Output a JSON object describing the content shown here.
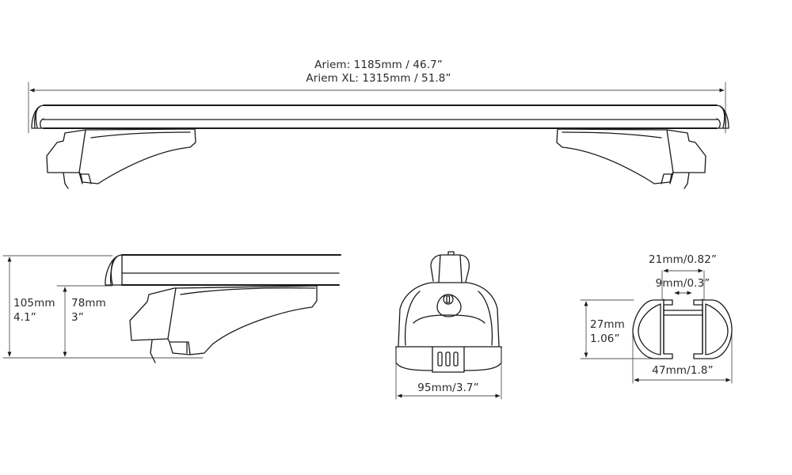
{
  "overall_length": {
    "line1": "Ariem: 1185mm / 46.7”",
    "line2": "Ariem XL: 1315mm / 51.8”"
  },
  "side_view": {
    "total_height_mm": "105mm",
    "total_height_in": "4.1”",
    "foot_height_mm": "78mm",
    "foot_height_in": "3”"
  },
  "front_view": {
    "foot_width": "95mm/3.7”"
  },
  "profile_view": {
    "slot_outer_width": "21mm/0.82”",
    "slot_inner_width": "9mm/0.3”",
    "profile_height_mm": "27mm",
    "profile_height_in": "1.06”",
    "profile_width": "47mm/1.8”"
  },
  "colors": {
    "line": "#1a1a1a",
    "dimension": "#555555",
    "background": "#ffffff"
  }
}
